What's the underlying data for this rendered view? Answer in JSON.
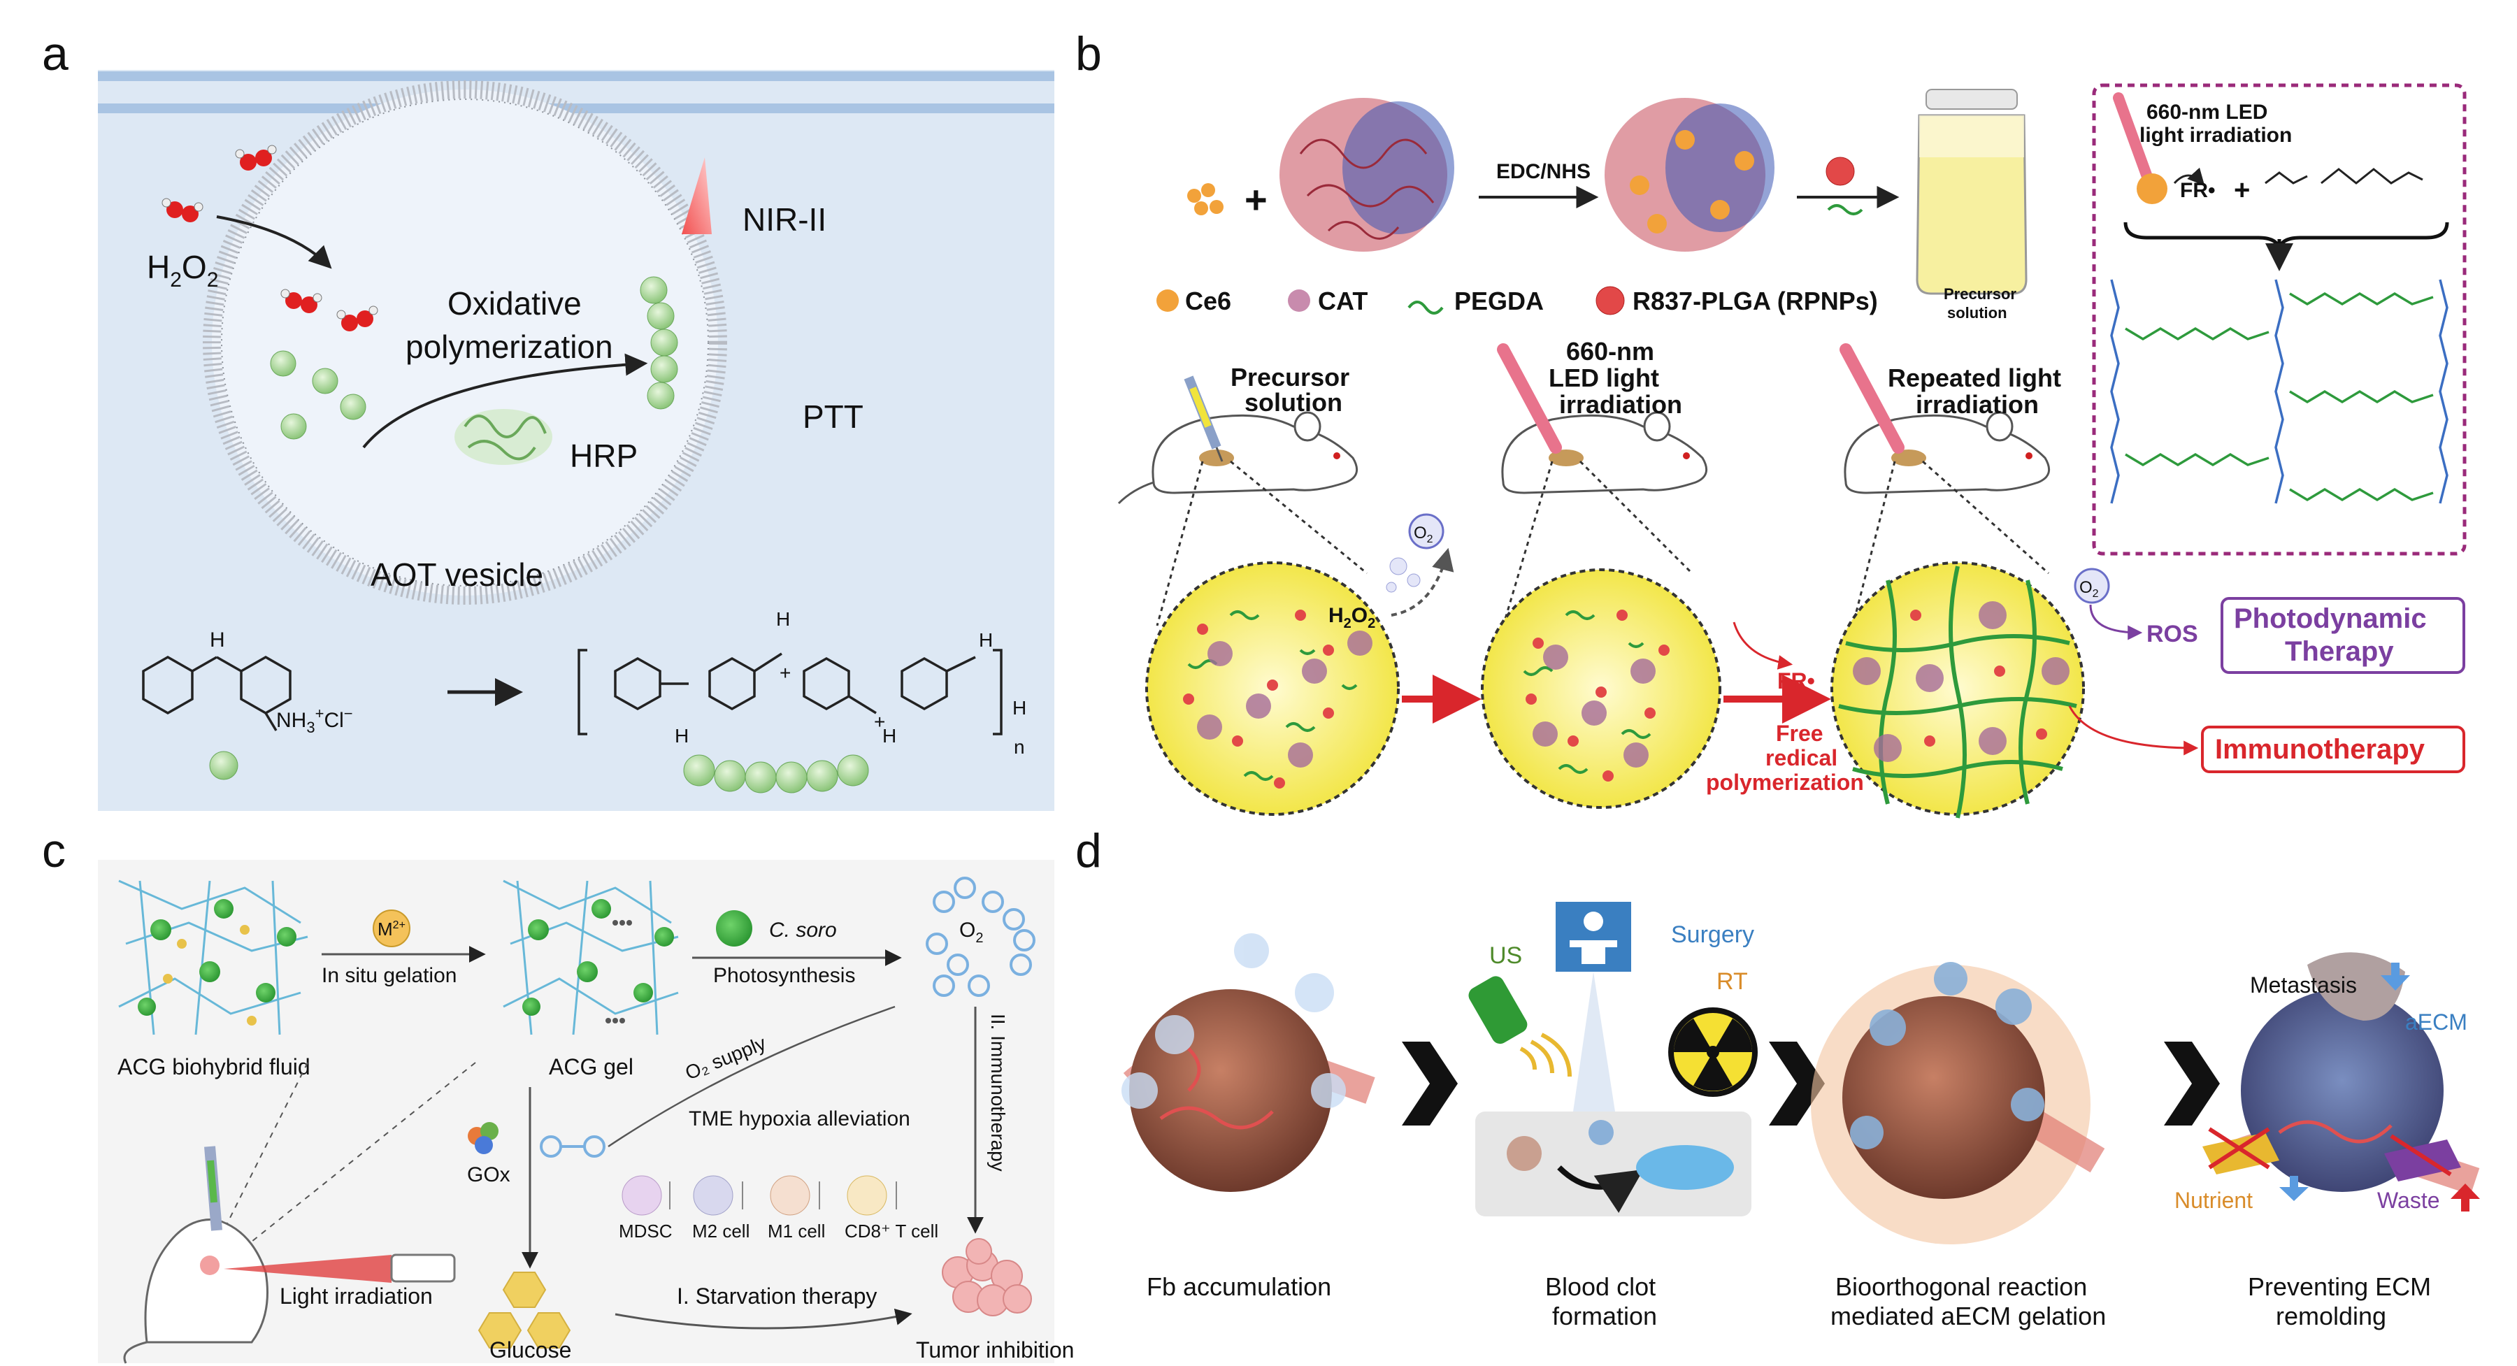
{
  "panels": {
    "a": {
      "letter": "a",
      "h2o2": "H",
      "h2o2_sub": "2",
      "h2o2_o": "O",
      "nir": "NIR-II",
      "oxidative_1": "Oxidative",
      "oxidative_2": "polymerization",
      "hrp": "HRP",
      "ptt": "PTT",
      "aot": "AOT vesicle",
      "reactant_label": "NH",
      "reactant_label_sub": "3",
      "reactant_label_sup": "+",
      "reactant_label_cl": "Cl",
      "reactant_label_cl_sup": "−",
      "h_label": "H",
      "n_label": "n",
      "plus_label": "+"
    },
    "b": {
      "letter": "b",
      "edc": "EDC/NHS",
      "led_1": "660-nm LED",
      "led_2": "light irradiation",
      "fr": "FR•",
      "plus": "+",
      "legend_ce6": "Ce6",
      "legend_cat": "CAT",
      "legend_pegda": "PEGDA",
      "legend_rpnp": "R837-PLGA (RPNPs)",
      "precursor_jar_1": "Precursor",
      "precursor_jar_2": "solution",
      "mouse1_1": "Precursor",
      "mouse1_2": "solution",
      "mouse2_1": "660-nm",
      "mouse2_2": "LED light",
      "mouse2_3": "irradiation",
      "mouse3_1": "Repeated light",
      "mouse3_2": "irradiation",
      "o2": "O",
      "o2_sub": "2",
      "h2o2": "H",
      "h2o2_sub": "2",
      "h2o2_o": "O",
      "fr2": "FR•",
      "free_1": "Free",
      "free_2": "redical",
      "free_3": "polymerization",
      "ros": "ROS",
      "pdt_1": "Photodynamic",
      "pdt_2": "Therapy",
      "immuno": "Immunotherapy"
    },
    "c": {
      "letter": "c",
      "m2": "M",
      "m2_sup": "2+",
      "in_situ": "In situ gelation",
      "c_soro": "C. soro",
      "photosynthesis": "Photosynthesis",
      "o2": "O",
      "o2_sub": "2",
      "acg_fluid": "ACG biohybrid fluid",
      "acg_gel": "ACG gel",
      "o2_supply": "O₂ supply",
      "immunotherapy": "II. Immunotherapy",
      "tme": "TME hypoxia alleviation",
      "gox": "GOx",
      "mdsc": "MDSC",
      "m2cell": "M2 cell",
      "m1cell": "M1 cell",
      "cd8": "CD8⁺ T cell",
      "light": "Light irradiation",
      "glucose": "Glucose",
      "starvation": "I. Starvation therapy",
      "tumor": "Tumor inhibition"
    },
    "d": {
      "letter": "d",
      "us": "US",
      "surgery": "Surgery",
      "rt": "RT",
      "metastasis": "Metastasis",
      "aecm": "aECM",
      "nutrient": "Nutrient",
      "waste": "Waste",
      "cap1": "Fb accumulation",
      "cap2_1": "Blood clot",
      "cap2_2": "formation",
      "cap3_1": "Bioorthogonal reaction",
      "cap3_2": "mediated aECM gelation",
      "cap4_1": "Preventing ECM",
      "cap4_2": "remolding"
    }
  },
  "colors": {
    "panel_a_bg": "#dde8f4",
    "vesicle_green": "#a9d79a",
    "nir_red": "#e03030",
    "pdt_purple": "#7b3fa0",
    "immuno_red": "#d9262c",
    "hydrogel_yellow": "#f6ee5a",
    "panel_c_bg": "#f4f4f4",
    "panel_d_blue": "#3a7fc1"
  }
}
